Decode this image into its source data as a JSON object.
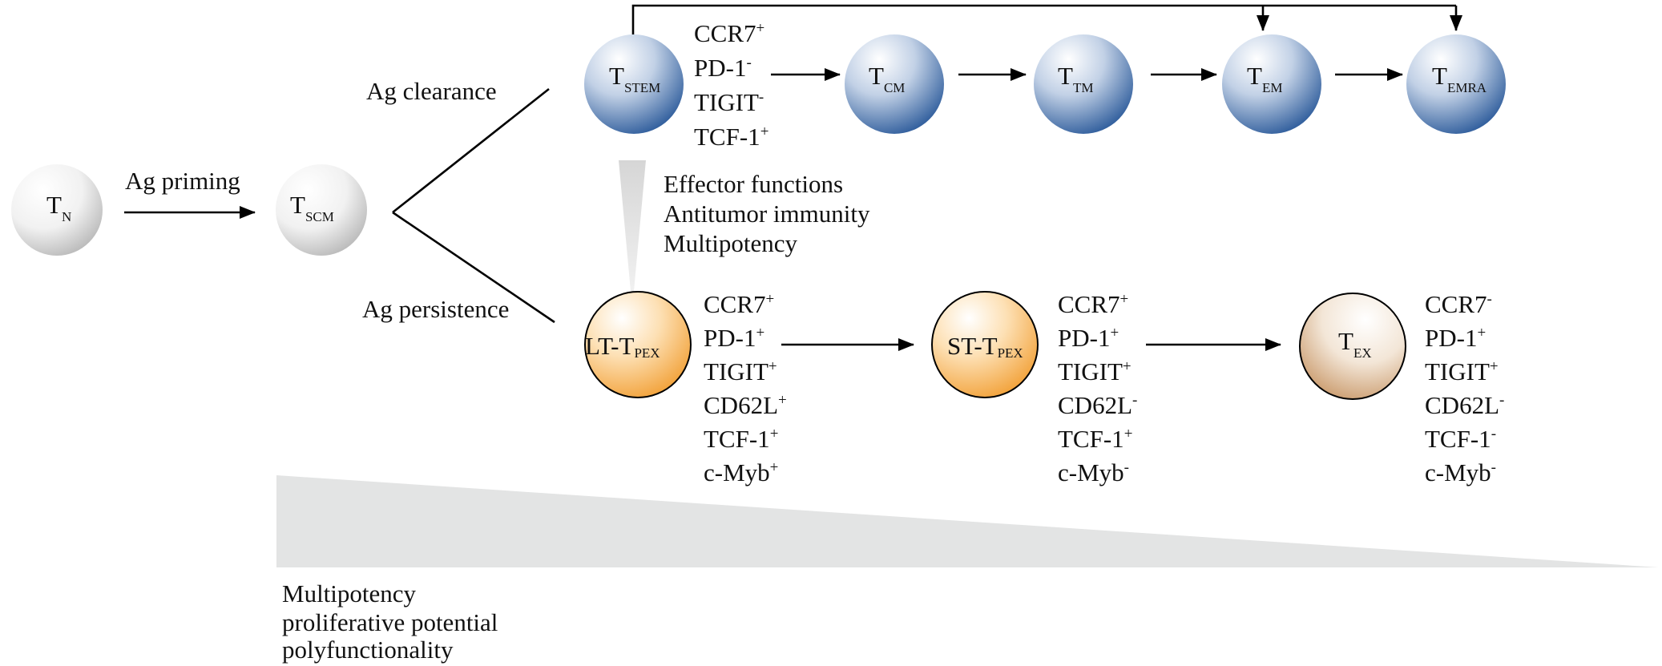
{
  "cells": {
    "tn": {
      "main": "T",
      "sub": "N"
    },
    "tscm": {
      "main": "T",
      "sub": "SCM"
    },
    "tstem": {
      "main": "T",
      "sub": "STEM"
    },
    "tcm": {
      "main": "T",
      "sub": "CM"
    },
    "ttm": {
      "main": "T",
      "sub": "TM"
    },
    "tem": {
      "main": "T",
      "sub": "EM"
    },
    "temra": {
      "main": "T",
      "sub": "EMRA"
    },
    "lt": {
      "main": "LT-T",
      "sub": "PEX"
    },
    "st": {
      "main": "ST-T",
      "sub": "PEX"
    },
    "tex": {
      "main": "T",
      "sub": "EX"
    }
  },
  "labels": {
    "ag_priming": "Ag priming",
    "ag_clearance": "Ag clearance",
    "ag_persistence": "Ag persistence"
  },
  "effector_list": [
    "Effector functions",
    "Antitumor immunity",
    "Multipotency"
  ],
  "gradient_list": [
    "Multipotency",
    "proliferative potential",
    "polyfunctionality"
  ],
  "markers": {
    "tstem": [
      {
        "name": "CCR7",
        "sign": "+"
      },
      {
        "name": "PD-1",
        "sign": "-"
      },
      {
        "name": "TIGIT",
        "sign": "-"
      },
      {
        "name": "TCF-1",
        "sign": "+"
      }
    ],
    "lt": [
      {
        "name": "CCR7",
        "sign": "+"
      },
      {
        "name": "PD-1",
        "sign": "+"
      },
      {
        "name": "TIGIT",
        "sign": "+"
      },
      {
        "name": "CD62L",
        "sign": "+"
      },
      {
        "name": "TCF-1",
        "sign": "+"
      },
      {
        "name": "c-Myb",
        "sign": "+"
      }
    ],
    "st": [
      {
        "name": "CCR7",
        "sign": "+"
      },
      {
        "name": "PD-1",
        "sign": "+"
      },
      {
        "name": "TIGIT",
        "sign": "+"
      },
      {
        "name": "CD62L",
        "sign": "-"
      },
      {
        "name": "TCF-1",
        "sign": "+"
      },
      {
        "name": "c-Myb",
        "sign": "-"
      }
    ],
    "tex": [
      {
        "name": "CCR7",
        "sign": "-"
      },
      {
        "name": "PD-1",
        "sign": "+"
      },
      {
        "name": "TIGIT",
        "sign": "+"
      },
      {
        "name": "CD62L",
        "sign": "-"
      },
      {
        "name": "TCF-1",
        "sign": "-"
      },
      {
        "name": "c-Myb",
        "sign": "-"
      }
    ]
  },
  "colors": {
    "naive_fill": "#c9c9c9",
    "memory_fill": "#2f5d9c",
    "progenitor_fill": "#f2a23a",
    "exhausted_fill": "#c9996a",
    "gradient_gray": "#e3e4e4"
  }
}
